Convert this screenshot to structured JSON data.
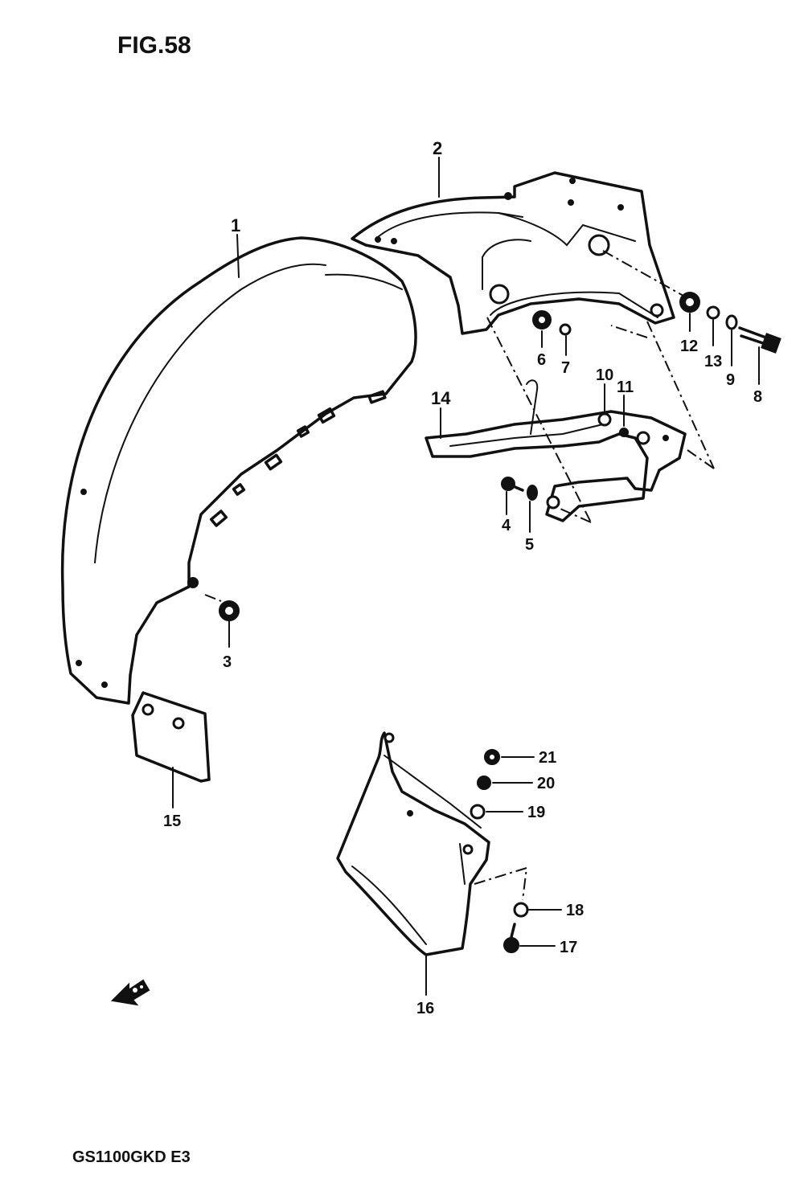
{
  "figure_title": "FIG.58",
  "model_code": "GS1100GKD E3",
  "callouts": {
    "p1": "1",
    "p2": "2",
    "p3": "3",
    "p4": "4",
    "p5": "5",
    "p6": "6",
    "p7": "7",
    "p8": "8",
    "p9": "9",
    "p10": "10",
    "p11": "11",
    "p12": "12",
    "p13": "13",
    "p14": "14",
    "p15": "15",
    "p16": "16",
    "p17": "17",
    "p18": "18",
    "p19": "19",
    "p20": "20",
    "p21": "21"
  },
  "icons": {
    "front_arrow": "front-direction-arrow-icon"
  }
}
